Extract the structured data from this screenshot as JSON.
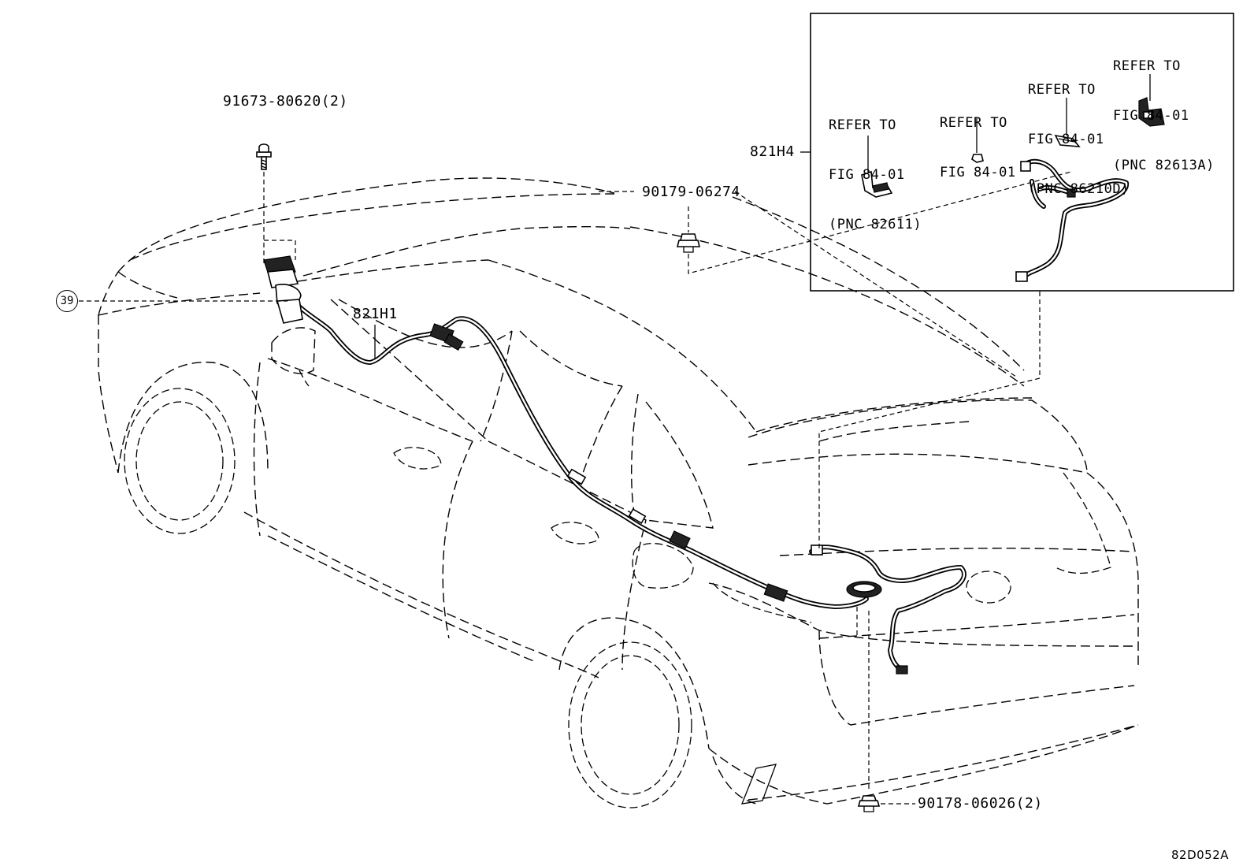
{
  "callouts": {
    "bolt_top": "91673-80620(2)",
    "clip_roof": "90179-06274",
    "harness_front": "821H1",
    "harness_rear": "821H4",
    "clip_bottom": "90178-06026(2)",
    "circled_ref": "39"
  },
  "inset": {
    "refs": [
      {
        "line1": "REFER TO",
        "line2": "FIG 84-01",
        "line3": "(PNC 82611)"
      },
      {
        "line1": "REFER TO",
        "line2": "FIG 84-01",
        "line3": ""
      },
      {
        "line1": "REFER TO",
        "line2": "FIG 84-01",
        "line3": "(PNC 86210D)"
      },
      {
        "line1": "REFER TO",
        "line2": "FIG 84-01",
        "line3": "(PNC 82613A)"
      }
    ]
  },
  "figure_id": "82D052A"
}
